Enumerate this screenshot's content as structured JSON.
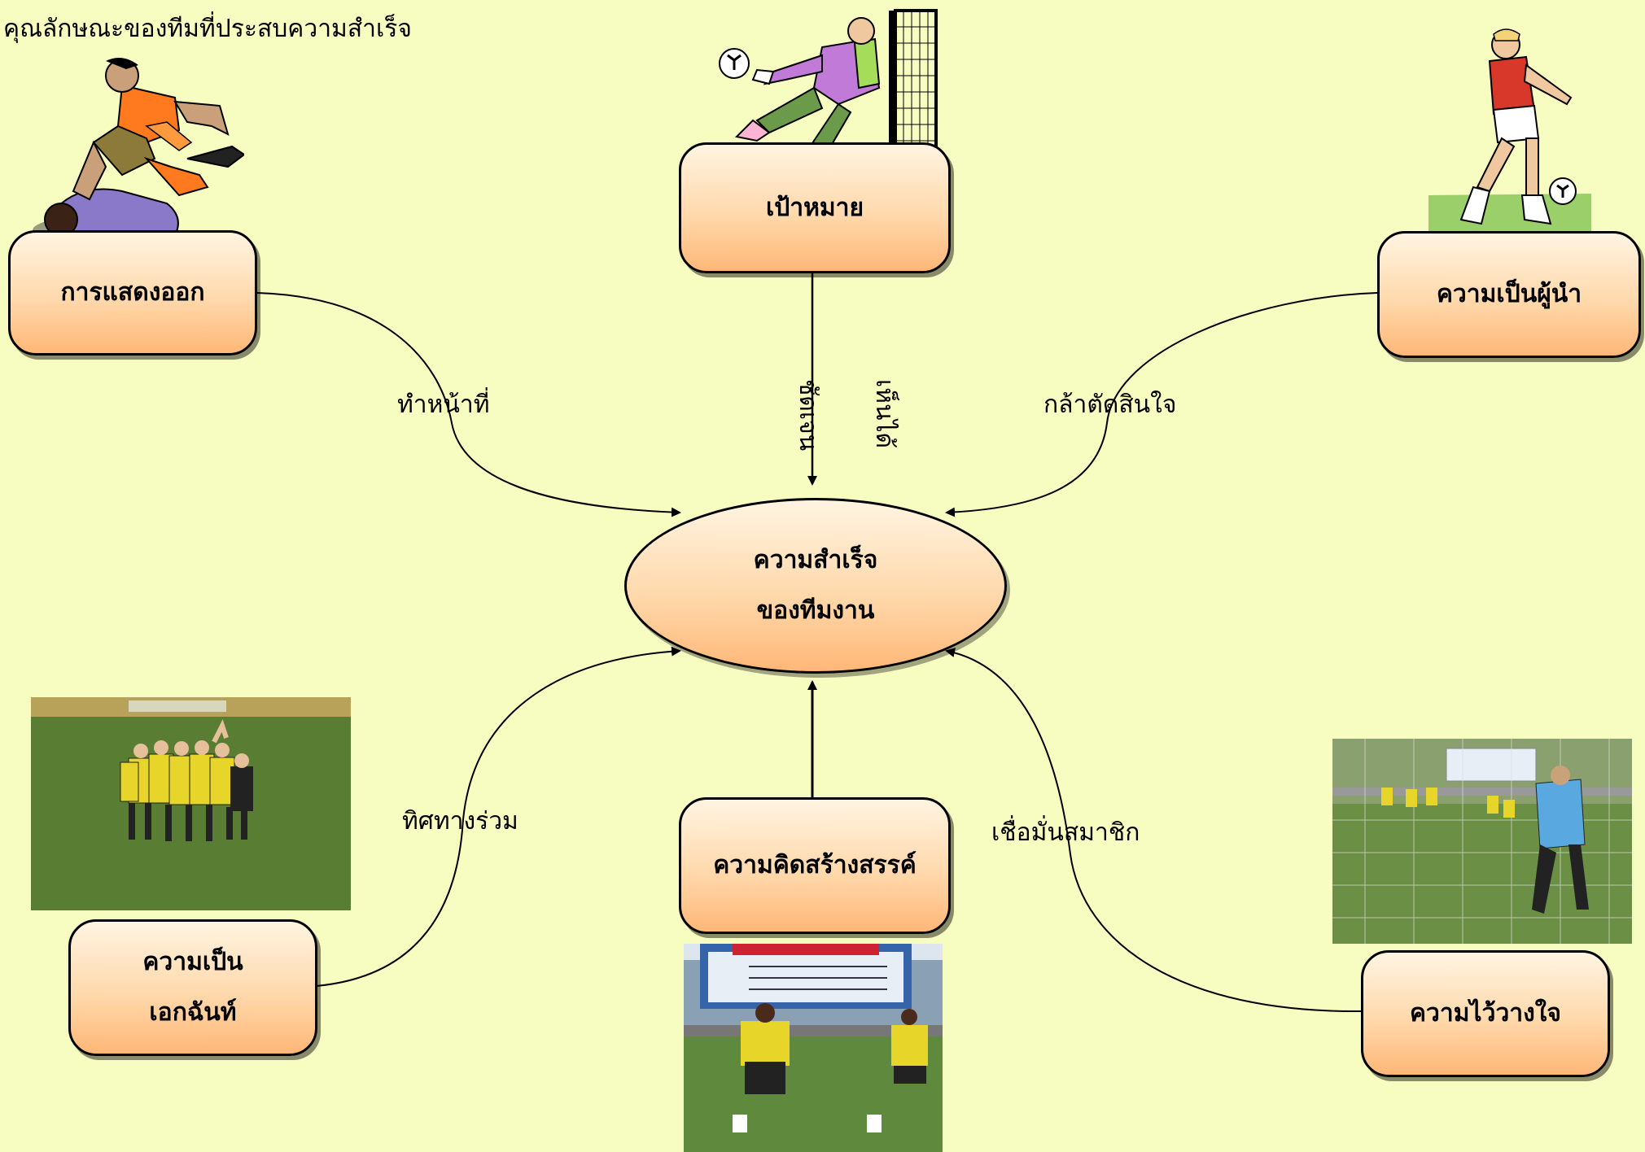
{
  "title": "คุณลักษณะของทีมที่ประสบความสำเร็จ",
  "center": {
    "line1": "ความสำเร็จ",
    "line2": "ของทีมงาน"
  },
  "nodes": {
    "goal": "เป้าหมาย",
    "expression": "การแสดงออก",
    "leadership": "ความเป็นผู้นำ",
    "unity_line1": "ความเป็น",
    "unity_line2": "เอกฉันท์",
    "creativity": "ความคิดสร้างสรรค์",
    "trust": "ความไว้วางใจ"
  },
  "connectors": {
    "expression": "ทำหน้าที่",
    "goal_clear": "ชัดเจน",
    "goal_visible": "เห็นได้",
    "leadership": "กล้าตัดสินใจ",
    "unity": "ทิศทางร่วม",
    "trust": "เชื่อมั่นสมาชิก"
  },
  "colors": {
    "background": "#f7fcc0",
    "node_fill_top": "#fff4e2",
    "node_fill_bottom": "#ffb777"
  },
  "illustrations": [
    "tackle-clipart-icon",
    "goalkeeper-clipart-icon",
    "kicker-clipart-icon",
    "team-huddle-photo",
    "penalty-kick-photo",
    "goalkeeper-photo"
  ]
}
